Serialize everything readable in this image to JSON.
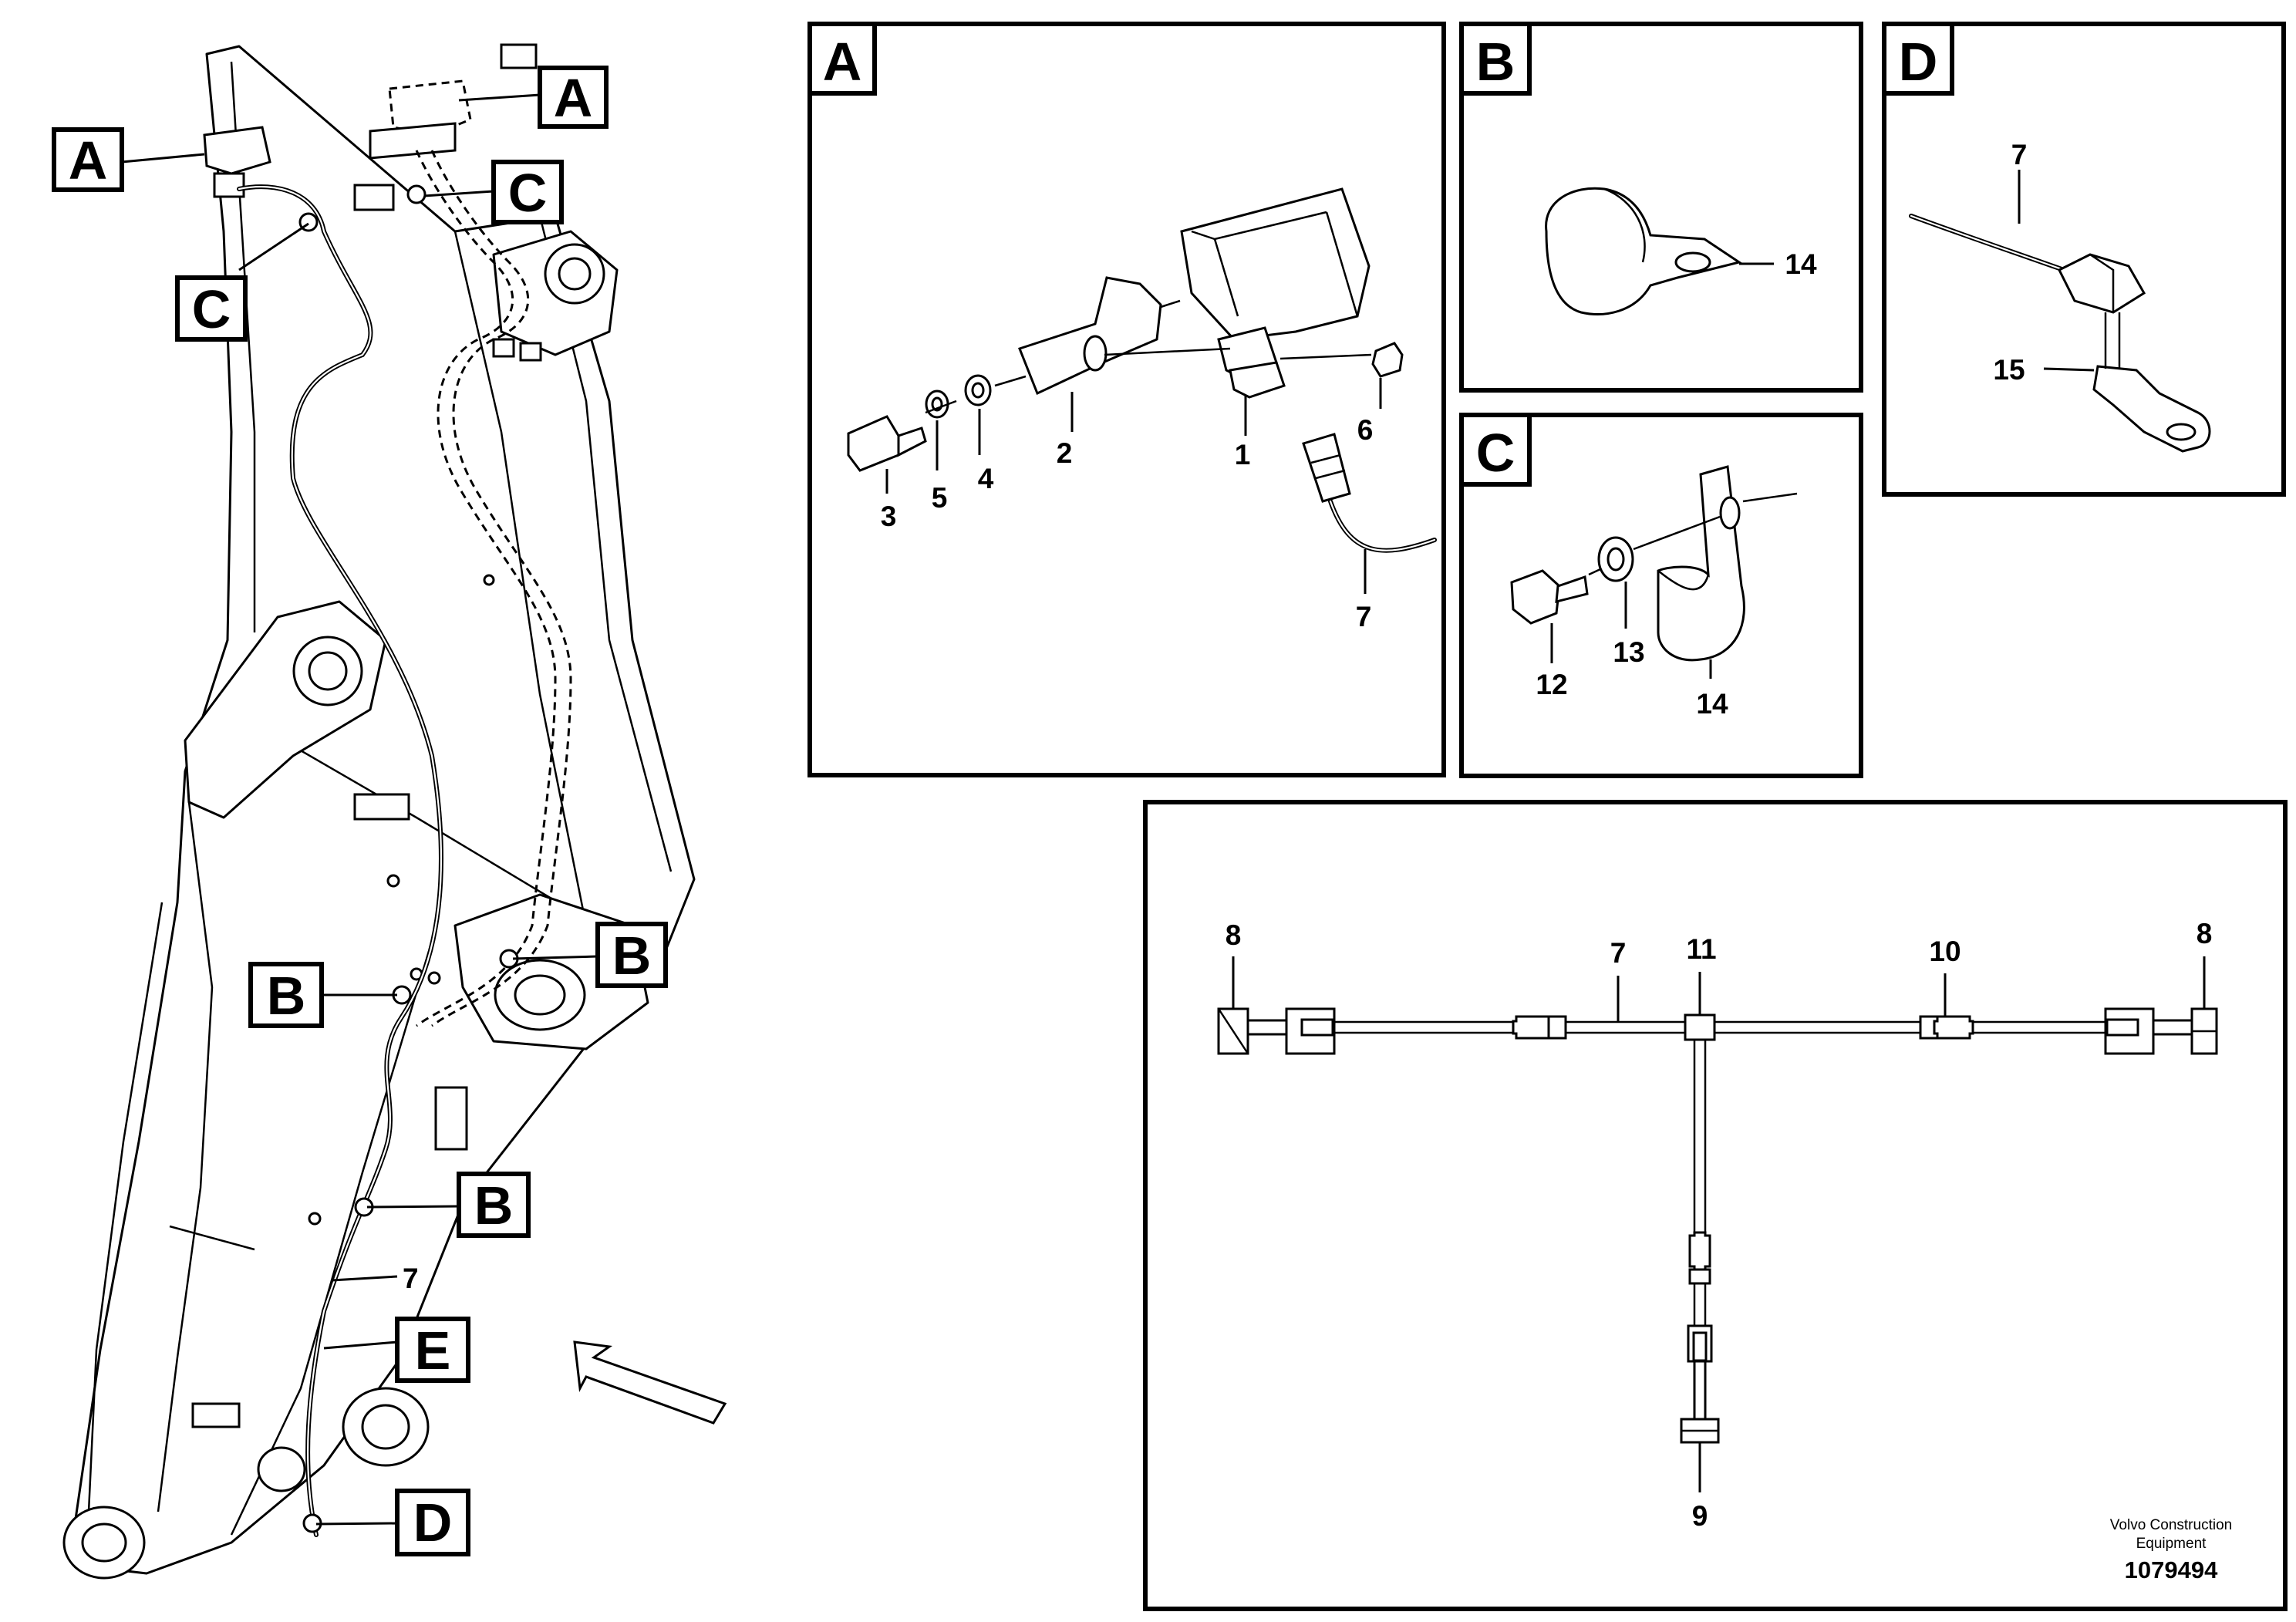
{
  "callouts": {
    "a_top": "A",
    "a_left": "A",
    "c_top": "C",
    "c_left": "C",
    "b_mid": "B",
    "b_left": "B",
    "b_low": "B",
    "e": "E",
    "d": "D",
    "cable_7": "7"
  },
  "panel_a": {
    "title": "A",
    "parts": [
      "3",
      "5",
      "4",
      "2",
      "1",
      "6",
      "7"
    ]
  },
  "panel_b": {
    "title": "B",
    "parts": [
      "14"
    ]
  },
  "panel_c": {
    "title": "C",
    "parts": [
      "12",
      "13",
      "14"
    ]
  },
  "panel_d": {
    "title": "D",
    "parts": [
      "7",
      "15"
    ]
  },
  "harness": {
    "parts": [
      "8",
      "7",
      "11",
      "10",
      "8",
      "9"
    ]
  },
  "footer": {
    "company_line1": "Volvo Construction",
    "company_line2": "Equipment",
    "doc_number": "1079494"
  }
}
